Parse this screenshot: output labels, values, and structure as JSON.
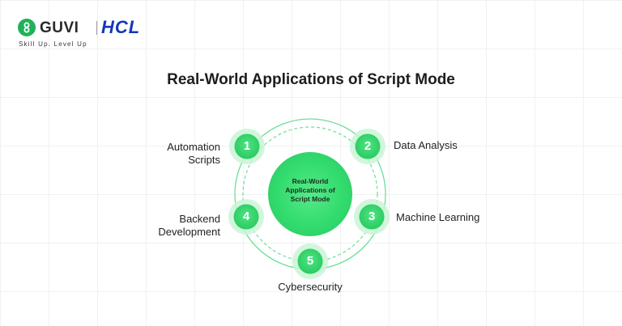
{
  "logo": {
    "brand": "GUVI",
    "partner": "HCL",
    "tagline": "Skill Up. Level Up"
  },
  "title": "Real-World Applications of Script Mode",
  "center": {
    "lines": [
      "Real-World",
      "Applications of",
      "Script Mode"
    ]
  },
  "nodes": [
    {
      "number": "1",
      "label_lines": [
        "Automation",
        "Scripts"
      ]
    },
    {
      "number": "2",
      "label_lines": [
        "Data Analysis"
      ]
    },
    {
      "number": "3",
      "label_lines": [
        "Machine Learning"
      ]
    },
    {
      "number": "4",
      "label_lines": [
        "Backend",
        "Development"
      ]
    },
    {
      "number": "5",
      "label_lines": [
        "Cybersecurity"
      ]
    }
  ],
  "colors": {
    "accent": "#2fd86a",
    "accent_light": "#a8f2bf",
    "ring": "#5ed98a",
    "logo_green": "#1fb25a",
    "logo_blue": "#1436b8"
  }
}
